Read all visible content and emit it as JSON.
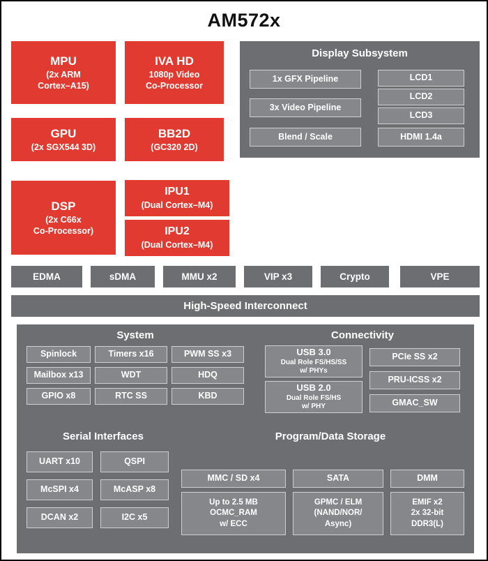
{
  "title": "AM572x",
  "colors": {
    "red": "#e03a31",
    "gray": "#6d6e71",
    "block_gray": "#85878a"
  },
  "processors": {
    "mpu": {
      "name": "MPU",
      "desc": "(2x ARM\nCortex–A15)"
    },
    "iva": {
      "name": "IVA HD",
      "desc": "1080p Video\nCo-Processor"
    },
    "gpu": {
      "name": "GPU",
      "desc": "(2x SGX544 3D)"
    },
    "bb2d": {
      "name": "BB2D",
      "desc": "(GC320 2D)"
    },
    "dsp": {
      "name": "DSP",
      "desc": "(2x C66x\nCo-Processor)"
    },
    "ipu1": {
      "name": "IPU1",
      "desc": "(Dual Cortex–M4)"
    },
    "ipu2": {
      "name": "IPU2",
      "desc": "(Dual Cortex–M4)"
    }
  },
  "display": {
    "title": "Display Subsystem",
    "pipelines": [
      "1x GFX Pipeline",
      "3x Video Pipeline",
      "Blend / Scale"
    ],
    "outputs": [
      "LCD1",
      "LCD2",
      "LCD3",
      "HDMI 1.4a"
    ]
  },
  "dma_row": [
    "EDMA",
    "sDMA",
    "MMU x2",
    "VIP x3",
    "Crypto",
    "VPE"
  ],
  "interconnect": "High-Speed Interconnect",
  "system": {
    "title": "System",
    "items": [
      "Spinlock",
      "Timers x16",
      "PWM SS x3",
      "Mailbox x13",
      "WDT",
      "HDQ",
      "GPIO x8",
      "RTC SS",
      "KBD"
    ]
  },
  "connectivity": {
    "title": "Connectivity",
    "usb3": {
      "name": "USB 3.0",
      "desc": "Dual Role FS/HS/SS\nw/ PHYs"
    },
    "usb2": {
      "name": "USB 2.0",
      "desc": "Dual Role FS/HS\nw/ PHY"
    },
    "items": [
      "PCIe SS x2",
      "PRU-ICSS x2",
      "GMAC_SW"
    ]
  },
  "serial": {
    "title": "Serial Interfaces",
    "items": [
      "UART x10",
      "QSPI",
      "McSPI x4",
      "McASP x8",
      "DCAN x2",
      "I2C x5"
    ]
  },
  "storage": {
    "title": "Program/Data Storage",
    "row1": [
      "MMC / SD x4",
      "SATA",
      "DMM"
    ],
    "row2": [
      "Up to 2.5 MB\nOCMC_RAM\nw/ ECC",
      "GPMC / ELM\n(NAND/NOR/\nAsync)",
      "EMIF x2\n2x 32-bit\nDDR3(L)"
    ]
  }
}
